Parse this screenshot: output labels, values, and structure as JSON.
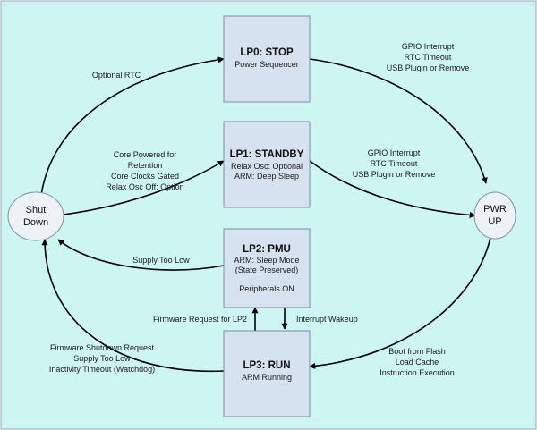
{
  "diagram": {
    "states": {
      "lp0": {
        "title": "LP0: STOP",
        "lines": [
          "Power Sequencer"
        ]
      },
      "lp1": {
        "title": "LP1: STANDBY",
        "lines": [
          "Relax Osc: Optional",
          "ARM: Deep Sleep"
        ]
      },
      "lp2": {
        "title": "LP2: PMU",
        "lines": [
          "ARM: Sleep Mode",
          "(State Preserved)",
          "",
          "Peripherals ON"
        ]
      },
      "lp3": {
        "title": "LP3: RUN",
        "lines": [
          "ARM Running"
        ]
      },
      "shutdown": {
        "lines": [
          "Shut",
          "Down"
        ]
      },
      "pwrup": {
        "lines": [
          "PWR",
          "UP"
        ]
      }
    },
    "transitions": {
      "shutdown_to_lp0": [
        "Optional RTC"
      ],
      "shutdown_to_lp1": [
        "Core Powered for",
        "Retention",
        "Core Clocks Gated",
        "Relax Osc Off: Option"
      ],
      "lp0_to_pwrup": [
        "GPIO Interrupt",
        "RTC Timeout",
        "USB Plugin or Remove"
      ],
      "lp1_to_pwrup": [
        "GPIO Interrupt",
        "RTC Timeout",
        "USB Plugin or Remove"
      ],
      "lp2_to_shutdown": [
        "Supply Too Low"
      ],
      "lp3_to_lp2": [
        "Firmware Request for LP2"
      ],
      "lp2_to_lp3": [
        "Interrupt Wakeup"
      ],
      "lp3_to_shutdown": [
        "Firmware Shutdown Request",
        "Supply Too Low",
        "Inactivity Timeout (Watchdog)"
      ],
      "pwrup_to_lp3": [
        "Boot from Flash",
        "Load Cache",
        "Instruction Execution"
      ]
    },
    "colors": {
      "background": "#cdf5f2",
      "state_fill": "#d6e2f0",
      "node_fill": "#edf2f7",
      "border": "#7f8fa6",
      "arrow": "#000000"
    }
  }
}
